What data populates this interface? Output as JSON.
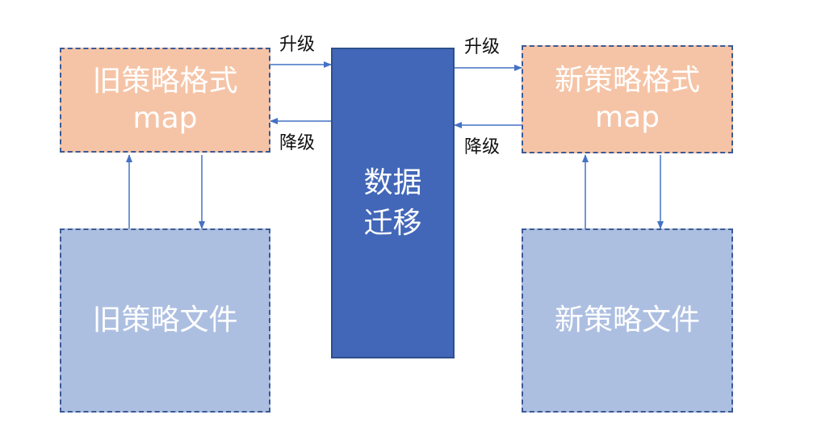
{
  "nodes": {
    "old_map": {
      "line1": "旧策略格式",
      "line2": "map"
    },
    "new_map": {
      "line1": "新策略格式",
      "line2": "map"
    },
    "old_file": {
      "label": "旧策略文件"
    },
    "new_file": {
      "label": "新策略文件"
    },
    "migration": {
      "line1": "数据",
      "line2": "迁移"
    }
  },
  "edge_labels": {
    "left_upgrade": "升级",
    "left_downgrade": "降级",
    "right_upgrade": "升级",
    "right_downgrade": "降级"
  },
  "colors": {
    "orange_fill": "#f5c4a7",
    "light_blue_fill": "#adbfe1",
    "dark_blue_fill": "#4267b8",
    "dashed_border": "#3b5a95",
    "arrow": "#4472c4"
  }
}
